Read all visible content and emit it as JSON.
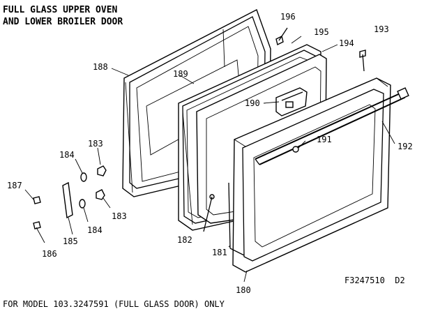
{
  "title": {
    "line1": "FULL GLASS UPPER OVEN",
    "line2": "AND LOWER BROILER DOOR"
  },
  "figure_code": "F3247510  D2",
  "footer": "FOR MODEL 103.3247591 (FULL GLASS DOOR) ONLY",
  "part_labels": {
    "p196": "196",
    "p195": "195",
    "p194": "194",
    "p193": "193",
    "p188": "188",
    "p189": "189",
    "p190": "190",
    "p191": "191",
    "p192": "192",
    "p184a": "184",
    "p183a": "183",
    "p187": "187",
    "p183b": "183",
    "p184b": "184",
    "p185": "185",
    "p186": "186",
    "p182": "182",
    "p181": "181",
    "p180": "180"
  }
}
